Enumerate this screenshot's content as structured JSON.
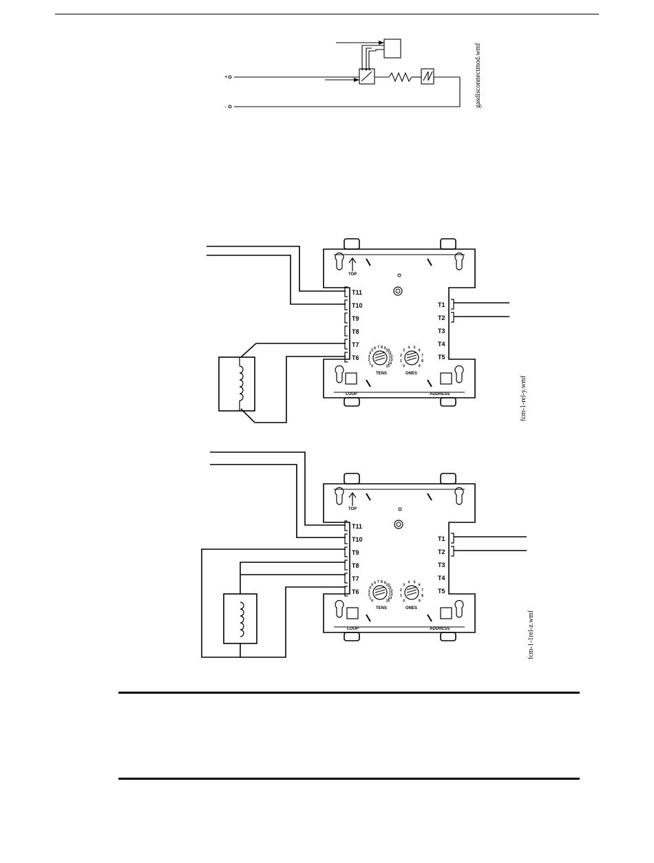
{
  "figures": [
    {
      "caption": "gasdisconnectmod.wmf",
      "plus_label": "+",
      "minus_label": "-"
    },
    {
      "caption": "fcm-1-rel-y.wmf"
    },
    {
      "caption": "fcm-1-1rel-z.wmf"
    }
  ],
  "module": {
    "top_label": "TOP",
    "left_terminals": [
      "T11",
      "T10",
      "T9",
      "T8",
      "T7",
      "T6"
    ],
    "right_terminals": [
      "T1",
      "T2",
      "T3",
      "T4",
      "T5"
    ],
    "tens_label": "TENS",
    "ones_label": "ONES",
    "loop_label": "LOOP",
    "address_label": "ADDRESS",
    "tens_digits": [
      "0",
      "1",
      "2",
      "3",
      "4",
      "5",
      "6",
      "7",
      "8",
      "9",
      "10",
      "11",
      "12",
      "13",
      "14",
      "15"
    ],
    "ones_digits": [
      "0",
      "1",
      "2",
      "3",
      "4",
      "5",
      "6",
      "7",
      "8",
      "9"
    ]
  }
}
